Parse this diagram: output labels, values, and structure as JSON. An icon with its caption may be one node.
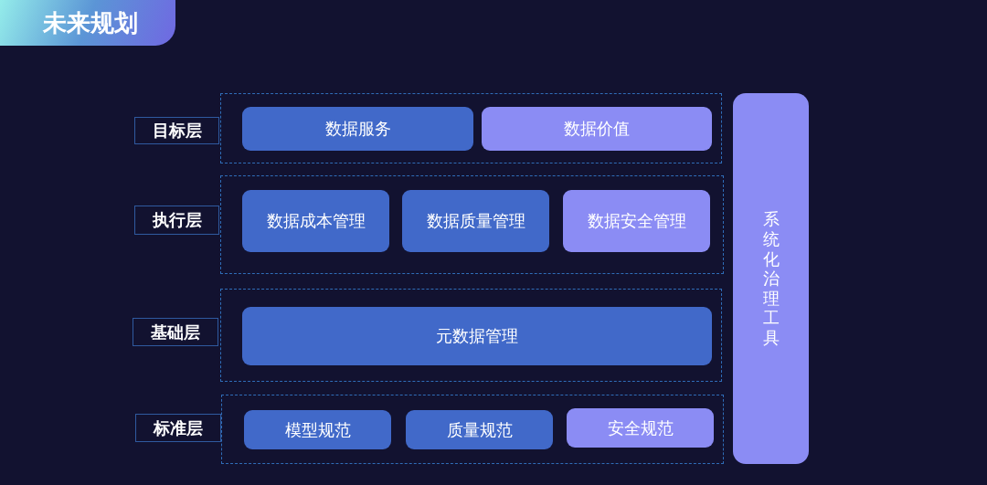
{
  "diagram": {
    "title": "未来规划",
    "nodes": [
      {
        "text": [
          "目标层"
        ]
      },
      {
        "text": [],
        "shape": "box"
      },
      {
        "text": [
          "数据服务"
        ],
        "in": 1
      },
      {
        "text": [
          "数据价值"
        ],
        "in": 1
      },
      {
        "text": [
          "执行层"
        ]
      },
      {
        "text": [],
        "shape": "box"
      },
      {
        "text": [
          "数据成本管理"
        ],
        "in": 5
      },
      {
        "text": [
          "数据质量管理"
        ],
        "in": 5
      },
      {
        "text": [
          "数据安全管理"
        ],
        "in": 5
      },
      {
        "text": [
          "基础层"
        ]
      },
      {
        "text": [],
        "shape": "box"
      },
      {
        "text": [
          "元数据管理"
        ],
        "in": 10
      },
      {
        "text": [
          "标准层"
        ]
      },
      {
        "text": [],
        "shape": "box"
      },
      {
        "text": [
          "模型规范"
        ],
        "in": 13
      },
      {
        "text": [
          "质量规范"
        ],
        "in": 13
      },
      {
        "text": [
          "安全规范"
        ],
        "in": 13
      },
      {
        "text": [
          "系统化治理工具"
        ]
      }
    ]
  }
}
